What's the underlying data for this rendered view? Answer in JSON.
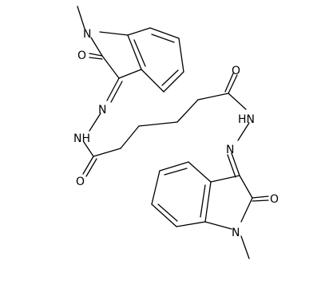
{
  "structure": {
    "atoms": {
      "n_methyl_top": "N",
      "o_carbonyl_top": "O",
      "n_imine_top": "N",
      "nh_top": "NH",
      "o_amide_right": "O",
      "o_amide_left": "O",
      "hn_bottom": "HN",
      "n_imine_bottom": "N",
      "o_carbonyl_bottom": "O",
      "n_methyl_bottom": "N"
    }
  }
}
